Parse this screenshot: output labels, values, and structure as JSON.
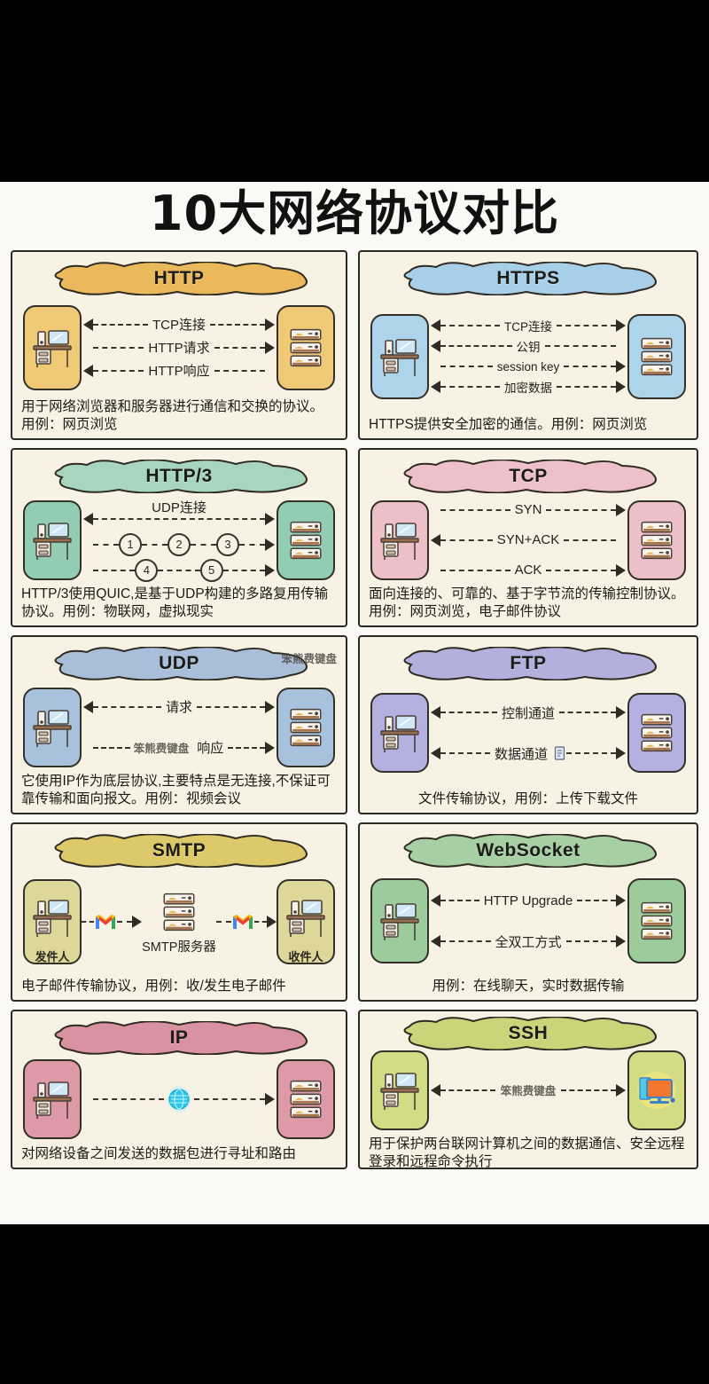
{
  "page": {
    "title": "10大网络协议对比",
    "background": "#faf9f6",
    "card_background": "#f7f2e4",
    "border_color": "#2a2a26",
    "watermark": "笨熊费键盘"
  },
  "cards": [
    {
      "id": "http",
      "name": "HTTP",
      "cloud_color": "#e9b95c",
      "node_color": "#f0c977",
      "left_node": "desktop-computer",
      "right_node": "server-rack",
      "flows": [
        {
          "label": "TCP连接",
          "direction": "both"
        },
        {
          "label": "HTTP请求",
          "direction": "right"
        },
        {
          "label": "HTTP响应",
          "direction": "left"
        }
      ],
      "caption": "用于网络浏览器和服务器进行通信和交换的协议。用例：网页浏览"
    },
    {
      "id": "https",
      "name": "HTTPS",
      "cloud_color": "#a8cfe8",
      "node_color": "#aed4ec",
      "left_node": "desktop-computer",
      "right_node": "server-rack",
      "flows": [
        {
          "label": "TCP连接",
          "direction": "both"
        },
        {
          "label": "公钥",
          "direction": "left"
        },
        {
          "label": "session key",
          "direction": "right"
        },
        {
          "label": "加密数据",
          "direction": "both"
        }
      ],
      "caption": "HTTPS提供安全加密的通信。用例：网页浏览"
    },
    {
      "id": "http3",
      "name": "HTTP/3",
      "cloud_color": "#a8d5bd",
      "node_color": "#92cdb3",
      "left_node": "desktop-computer",
      "right_node": "server-rack",
      "top_label": "UDP连接",
      "flows": [
        {
          "label": "",
          "direction": "both"
        },
        {
          "label": "",
          "direction": "right",
          "numbers": [
            "1",
            "2",
            "3"
          ]
        },
        {
          "label": "",
          "direction": "right",
          "numbers": [
            "4",
            "5"
          ]
        }
      ],
      "caption": "HTTP/3使用QUIC,是基于UDP构建的多路复用传输协议。用例：物联网，虚拟现实"
    },
    {
      "id": "tcp",
      "name": "TCP",
      "cloud_color": "#eec0cb",
      "node_color": "#edbfc9",
      "left_node": "desktop-computer",
      "right_node": "server-rack",
      "flows": [
        {
          "label": "SYN",
          "direction": "right"
        },
        {
          "label": "SYN+ACK",
          "direction": "left"
        },
        {
          "label": "ACK",
          "direction": "right"
        }
      ],
      "caption": "面向连接的、可靠的、基于字节流的传输控制协议。用例：网页浏览，电子邮件协议"
    },
    {
      "id": "udp",
      "name": "UDP",
      "cloud_color": "#a9bfd9",
      "node_color": "#a8c2dd",
      "left_node": "desktop-computer",
      "right_node": "server-rack",
      "flows": [
        {
          "label": "请求",
          "direction": "both"
        },
        {
          "label": "响应",
          "direction": "right"
        }
      ],
      "caption": "它使用IP作为底层协议,主要特点是无连接,不保证可靠传输和面向报文。用例：视频会议"
    },
    {
      "id": "ftp",
      "name": "FTP",
      "cloud_color": "#b3b0dd",
      "node_color": "#b4b1e0",
      "left_node": "desktop-computer",
      "right_node": "server-rack",
      "flows": [
        {
          "label": "控制通道",
          "direction": "both"
        },
        {
          "label": "数据通道",
          "direction": "both",
          "icon": "file-icon"
        }
      ],
      "caption": "文件传输协议，用例：上传下载文件"
    },
    {
      "id": "smtp",
      "name": "SMTP",
      "cloud_color": "#ddc96a",
      "node_color": "#ded79a",
      "left_node": "desktop-computer",
      "right_node": "desktop-computer",
      "left_label": "发件人",
      "right_label": "收件人",
      "center_label": "SMTP服务器",
      "center_node": "server-rack",
      "mail_icon": "gmail-icon",
      "caption": "电子邮件传输协议，用例：收/发生电子邮件"
    },
    {
      "id": "websocket",
      "name": "WebSocket",
      "cloud_color": "#a7cfa4",
      "node_color": "#9ccb9c",
      "left_node": "desktop-computer",
      "right_node": "server-rack",
      "flows": [
        {
          "label": "HTTP Upgrade",
          "direction": "both"
        },
        {
          "label": "全双工方式",
          "direction": "both"
        }
      ],
      "caption": "用例：在线聊天，实时数据传输"
    },
    {
      "id": "ip",
      "name": "IP",
      "cloud_color": "#d9929f",
      "node_color": "#dd9aa6",
      "left_node": "desktop-computer",
      "right_node": "server-rack",
      "center_icon": "globe-icon",
      "flows": [
        {
          "label": "",
          "direction": "right"
        }
      ],
      "caption": "对网络设备之间发送的数据包进行寻址和路由"
    },
    {
      "id": "ssh",
      "name": "SSH",
      "cloud_color": "#ccd47a",
      "node_color": "#d2dc84",
      "left_node": "desktop-computer",
      "right_node": "monitor-screen",
      "flows": [
        {
          "label": "",
          "direction": "both"
        }
      ],
      "caption": "用于保护两台联网计算机之间的数据通信、安全远程登录和远程命令执行"
    }
  ]
}
